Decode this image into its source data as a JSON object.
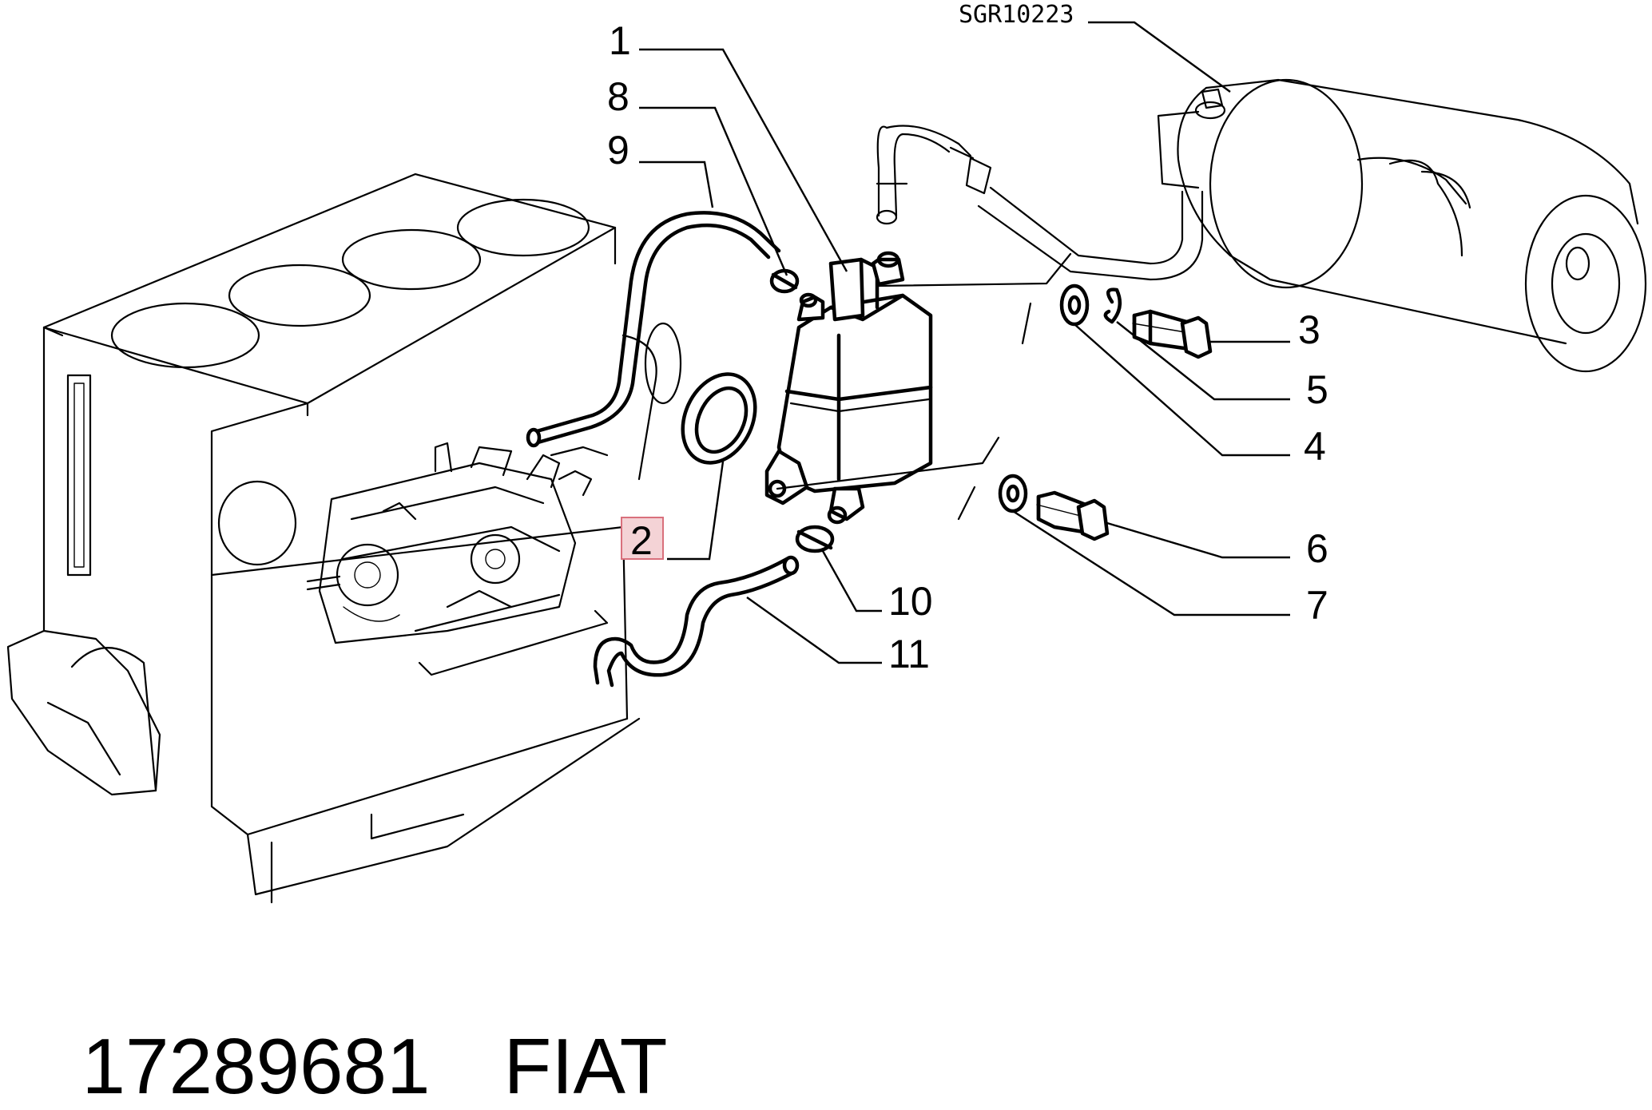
{
  "diagram": {
    "reference_code": "SGR10223",
    "callouts": {
      "c1": "1",
      "c2": "2",
      "c3": "3",
      "c4": "4",
      "c5": "5",
      "c6": "6",
      "c7": "7",
      "c8": "8",
      "c9": "9",
      "c10": "10",
      "c11": "11"
    },
    "highlighted_callout": "2",
    "highlight_color": "#f4d3d6"
  },
  "footer": {
    "part_number": "17289681",
    "brand": "FIAT"
  }
}
